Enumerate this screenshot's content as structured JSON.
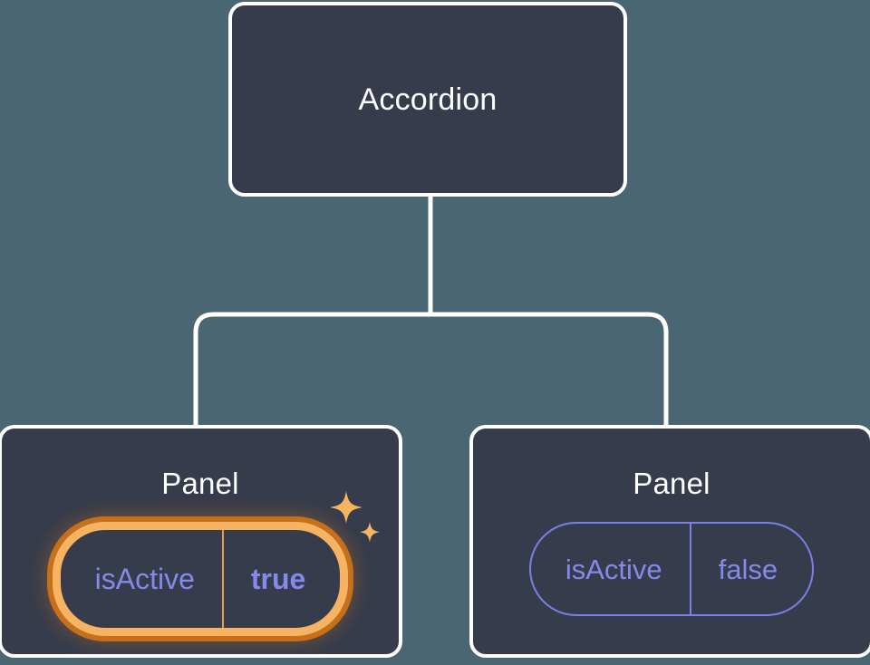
{
  "diagram": {
    "type": "component-tree",
    "title": "Accordion component tree",
    "background_color": "#4b6673",
    "node_fill_color": "#363c4c",
    "node_border_color": "#ffffff",
    "connector_color": "#ffffff",
    "accent_highlight_color": "#f6b463",
    "accent_highlight_outer_color": "#c7701c",
    "prop_text_color": "#8489ea",
    "prop_border_color": "#7b80e2"
  },
  "root": {
    "label": "Accordion"
  },
  "children": [
    {
      "label": "Panel",
      "highlighted": true,
      "prop": {
        "key": "isActive",
        "value": "true",
        "value_bold": true
      },
      "decoration": {
        "icon": "sparkles-icon",
        "color": "#f6b463"
      }
    },
    {
      "label": "Panel",
      "highlighted": false,
      "prop": {
        "key": "isActive",
        "value": "false",
        "value_bold": false
      }
    }
  ]
}
